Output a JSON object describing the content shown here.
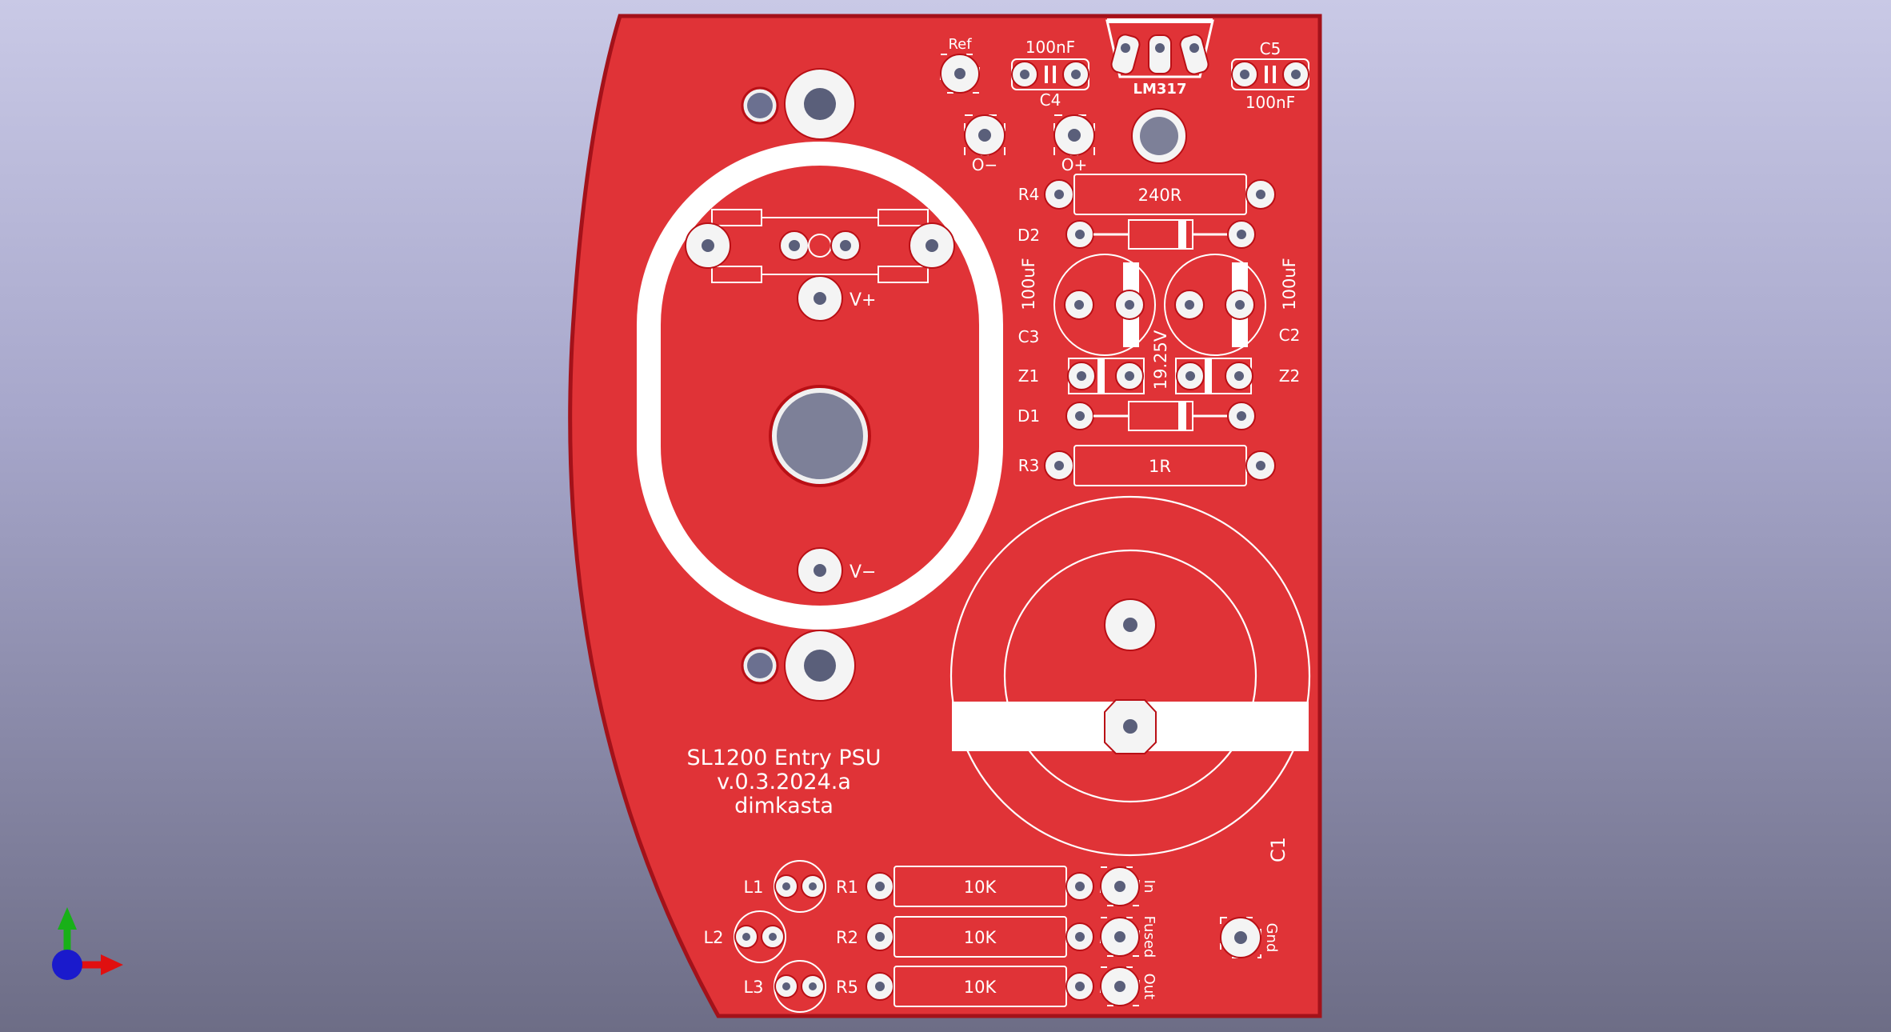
{
  "board": {
    "color": "#e03337",
    "edge_color": "#a3121a",
    "silk_color": "#ffffff",
    "title_lines": [
      "SL1200 Entry PSU",
      "v.0.3.2024.a",
      "dimkasta"
    ]
  },
  "labels": {
    "ref": "Ref",
    "c4_value": "100nF",
    "c4": "C4",
    "lm317": "LM317",
    "c5": "C5",
    "c5_value": "100nF",
    "o_minus": "O−",
    "o_plus": "O+",
    "r4": "R4",
    "r4_value": "240R",
    "d2": "D2",
    "c3_value": "100uF",
    "c3": "C3",
    "c2_value": "100uF",
    "c2": "C2",
    "zener_value": "19.25V",
    "z1": "Z1",
    "z2": "Z2",
    "d1": "D1",
    "r3": "R3",
    "r3_value": "1R",
    "v_plus": "V+",
    "v_minus": "V−",
    "c1": "C1",
    "l1": "L1",
    "l2": "L2",
    "l3": "L3",
    "r1": "R1",
    "r2": "R2",
    "r5": "R5",
    "r1_value": "10K",
    "r2_value": "10K",
    "r5_value": "10K",
    "in": "In",
    "fused": "Fused",
    "out": "Out",
    "gnd": "Gnd"
  },
  "axes_gizmo": {
    "x_color": "#e01010",
    "y_color": "#18b018",
    "z_color": "#1a1acc"
  }
}
